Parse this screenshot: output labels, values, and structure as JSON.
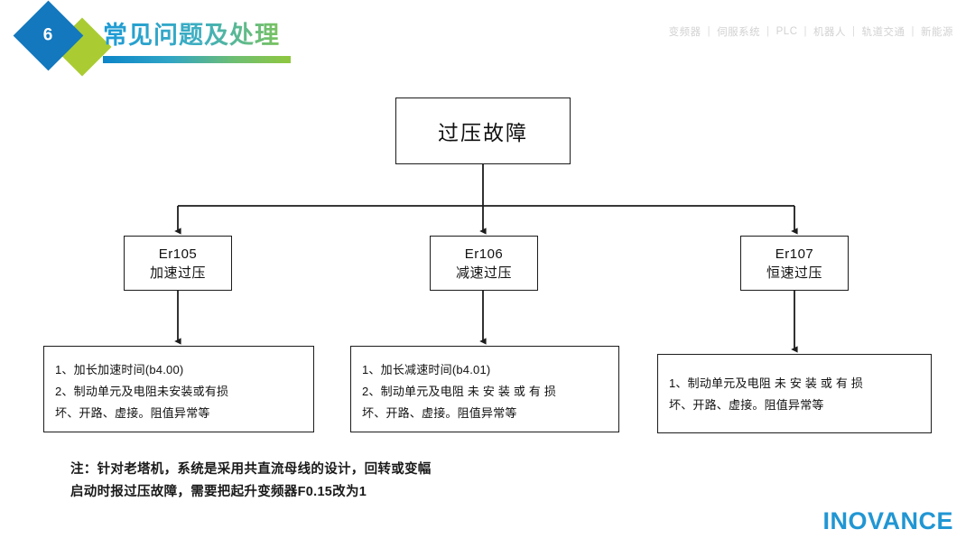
{
  "header": {
    "badge_number": "6",
    "title": "常见问题及处理",
    "nav_items": [
      "变频器",
      "伺服系统",
      "PLC",
      "机器人",
      "轨道交通",
      "新能源"
    ],
    "nav_separator": "|"
  },
  "flowchart": {
    "root": {
      "label": "过压故障"
    },
    "branches": [
      {
        "code": "Er105",
        "name": "加速过压",
        "detail_lines": [
          "1、加长加速时间(b4.00)",
          "2、制动单元及电阻未安装或有损",
          "坏、开路、虚接。阻值异常等"
        ]
      },
      {
        "code": "Er106",
        "name": "减速过压",
        "detail_lines": [
          "1、加长减速时间(b4.01)",
          "2、制动单元及电阻 未 安 装 或 有 损",
          "坏、开路、虚接。阻值异常等"
        ]
      },
      {
        "code": "Er107",
        "name": "恒速过压",
        "detail_lines": [
          "1、制动单元及电阻 未 安 装 或 有 损",
          "坏、开路、虚接。阻值异常等"
        ]
      }
    ]
  },
  "note": {
    "line1": "注：针对老塔机，系统是采用共直流母线的设计，回转或变幅",
    "line2": "启动时报过压故障，需要把起升变频器F0.15改为1"
  },
  "footer": {
    "logo_text": "INOVANCE"
  },
  "colors": {
    "badge_blue": "#1378BE",
    "badge_green": "#AACC32",
    "title_gradient_start": "#1C9AD6",
    "title_gradient_end": "#A3CB3C",
    "logo_blue": "#2196D3",
    "nav_text": "#D2D2D2",
    "box_border": "#1c1c1c"
  }
}
